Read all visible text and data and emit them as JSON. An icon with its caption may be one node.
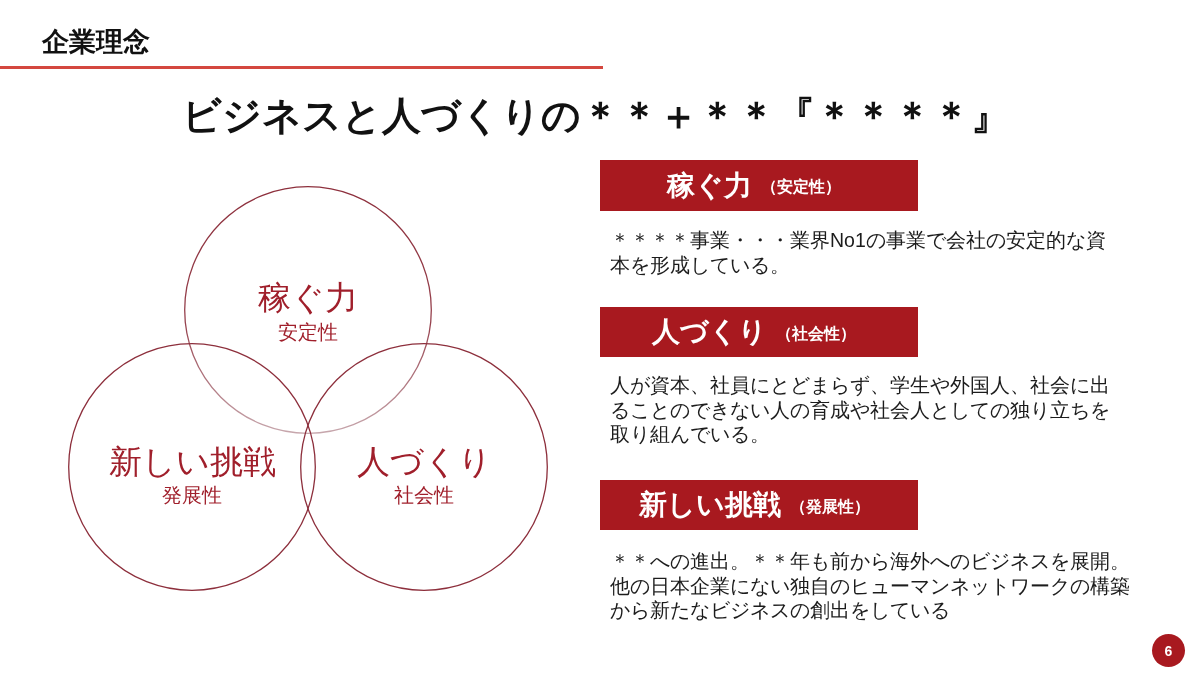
{
  "diagram": {
    "title": "ビジネスと人づくりの＊＊＋＊＊『＊＊＊＊』",
    "nodes": [
      {
        "text": [
          "稼ぐ力",
          "安定性"
        ]
      },
      {
        "text": [
          "新しい挑戦",
          "発展性"
        ]
      },
      {
        "text": [
          "人づくり",
          "社会性"
        ]
      },
      {
        "text": [
          "稼ぐ力",
          "（安定性）"
        ],
        "beside": [
          "＊＊＊＊事業・・・業界No1の事業で会社の安定的な資本を形成している。"
        ]
      },
      {
        "text": [
          "人づくり",
          "（社会性）"
        ],
        "beside": [
          "人が資本、社員にとどまらず、学生や外国人、社会に出ることのできない人の育成や社会人としての独り立ちを取り組んでいる。"
        ]
      },
      {
        "text": [
          "新しい挑戦",
          "（発展性）"
        ],
        "beside": [
          "＊＊への進出。＊＊年も前から海外へのビジネスを展開。他の日本企業にない独自のヒューマンネットワークの構築から新たなビジネスの創出をしている"
        ]
      },
      {
        "text": [
          "6"
        ]
      }
    ],
    "labels": [
      "企業理念"
    ]
  }
}
